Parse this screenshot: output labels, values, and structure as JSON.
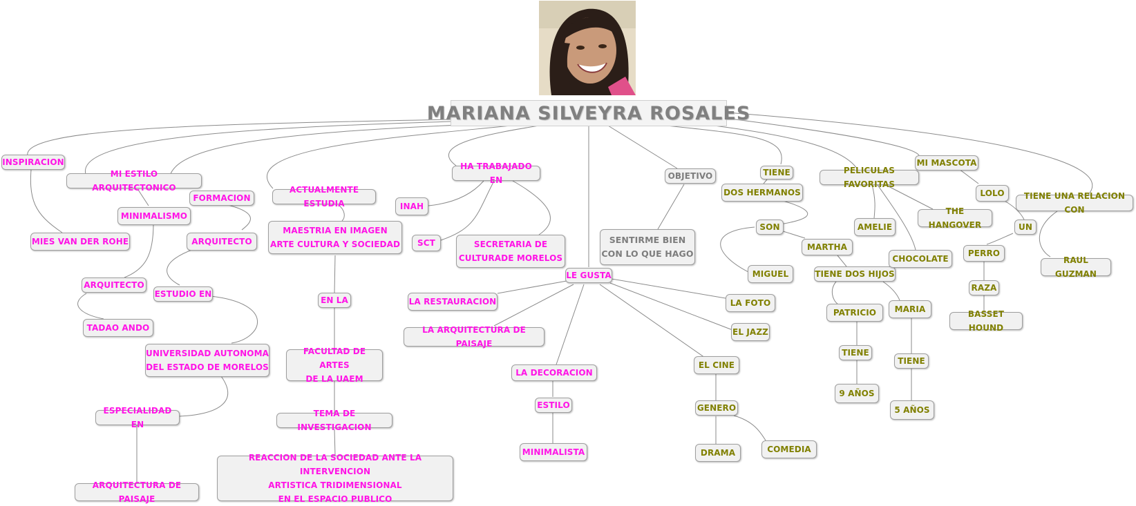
{
  "center": {
    "title": "MARIANA SILVEYRA ROSALES"
  },
  "nodes": {
    "inspiracion": "INSPIRACION",
    "mies": "MIES VAN DER ROHE",
    "estilo_arq": "MI ESTILO ARQUITECTONICO",
    "minimalismo": "MINIMALISMO",
    "arquitecto_1": "ARQUITECTO",
    "tadao": "TADAO ANDO",
    "formacion": "FORMACION",
    "arquitecto_2": "ARQUITECTO",
    "estudio_en": "ESTUDIO EN",
    "uaem": "UNIVERSIDAD AUTONOMA\nDEL ESTADO DE MORELOS",
    "especialidad": "ESPECIALIDAD EN",
    "arq_paisaje": "ARQUITECTURA DE PAISAJE",
    "actualmente": "ACTUALMENTE ESTUDIA",
    "maestria": "MAESTRIA EN IMAGEN\nARTE CULTURA Y SOCIEDAD",
    "en_la": "EN  LA",
    "facultad": "FACULTAD DE ARTES\nDE LA UAEM",
    "tema": "TEMA DE INVESTIGACION",
    "reaccion": "REACCION DE LA SOCIEDAD ANTE LA INTERVENCION\nARTISTICA TRIDIMENSIONAL\nEN EL ESPACIO PUBLICO",
    "ha_trabajado": "HA TRABAJADO EN",
    "inah": "INAH",
    "sct": "SCT",
    "secretaria": "SECRETARIA DE\nCULTURADE MORELOS",
    "le_gusta": "LE GUSTA",
    "restauracion": "LA RESTAURACION",
    "arq_paisaje_2": "LA ARQUITECTURA DE PAISAJE",
    "decoracion": "LA DECORACION",
    "estilo": "ESTILO",
    "minimalista": "MINIMALISTA",
    "foto": "LA FOTO",
    "jazz": "EL JAZZ",
    "cine": "EL CINE",
    "genero": "GENERO",
    "drama": "DRAMA",
    "comedia": "COMEDIA",
    "objetivo": "OBJETIVO",
    "sentirme": "SENTIRME BIEN\nCON LO QUE HAGO",
    "tiene": "TIENE",
    "dos_hermanos": "DOS HERMANOS",
    "son": "SON",
    "miguel": "MIGUEL",
    "martha": "MARTHA",
    "tiene_dos_hijos": "TIENE DOS HIJOS",
    "patricio": "PATRICIO",
    "tiene_p": "TIENE",
    "nueve": "9 AÑOS",
    "maria": "MARIA",
    "tiene_m": "TIENE",
    "cinco": "5 AÑOS",
    "peliculas": "PELICULAS FAVORITAS",
    "amelie": "AMELIE",
    "hangover": "THE HANGOVER",
    "chocolate": "CHOCOLATE",
    "mascota": "MI MASCOTA",
    "lolo": "LOLO",
    "un": "UN",
    "perro": "PERRO",
    "raza": "RAZA",
    "basset": "BASSET HOUND",
    "relacion": "TIENE UNA RELACION CON",
    "raul": "RAUL GUZMAN"
  },
  "colors": {
    "magenta": "#ff14e6",
    "olive": "#808000",
    "gray": "#7d7d7d",
    "link": "#8a8a8a"
  },
  "photo": {
    "kind": "portrait-photo"
  }
}
